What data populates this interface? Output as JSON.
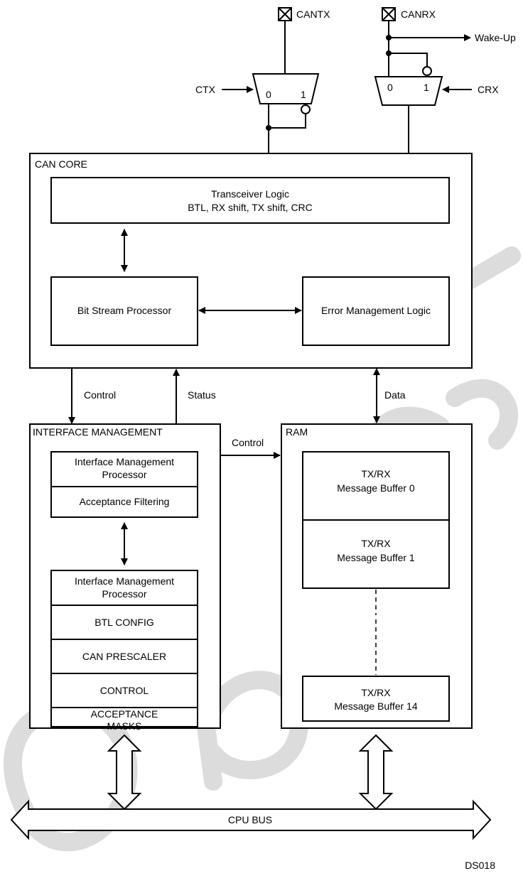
{
  "pins": {
    "cantx": "CANTX",
    "canrx": "CANRX",
    "ctx": "CTX",
    "crx": "CRX",
    "wake_up": "Wake-Up",
    "mux_tx_in0": "0",
    "mux_tx_in1": "1",
    "mux_rx_in0": "0",
    "mux_rx_in1": "1"
  },
  "can_core": {
    "title": "CAN CORE",
    "transceiver_line1": "Transceiver Logic",
    "transceiver_line2": "BTL, RX shift, TX shift, CRC",
    "bit_stream": "Bit Stream Processor",
    "error_mgmt": "Error Management Logic"
  },
  "signals": {
    "control_down": "Control",
    "status_up": "Status",
    "data": "Data",
    "control_right": "Control"
  },
  "interface_management": {
    "title": "INTERFACE MANAGEMENT",
    "upper": [
      {
        "line1": "Interface Management",
        "line2": "Processor"
      },
      {
        "line1": "Acceptance Filtering"
      }
    ],
    "lower": [
      {
        "line1": "Interface Management",
        "line2": "Processor"
      },
      {
        "line1": "BTL CONFIG"
      },
      {
        "line1": "CAN PRESCALER"
      },
      {
        "line1": "CONTROL"
      },
      {
        "line1": "ACCEPTANCE",
        "line2": "MASKS"
      }
    ]
  },
  "ram": {
    "title": "RAM",
    "buffers": [
      {
        "line1": "TX/RX",
        "line2": "Message Buffer 0"
      },
      {
        "line1": "TX/RX",
        "line2": "Message Buffer 1"
      },
      {
        "line1": "TX/RX",
        "line2": "Message Buffer 14"
      }
    ]
  },
  "bus": {
    "label": "CPU BUS"
  },
  "figure_id": "DS018",
  "watermark": "Obsolete"
}
